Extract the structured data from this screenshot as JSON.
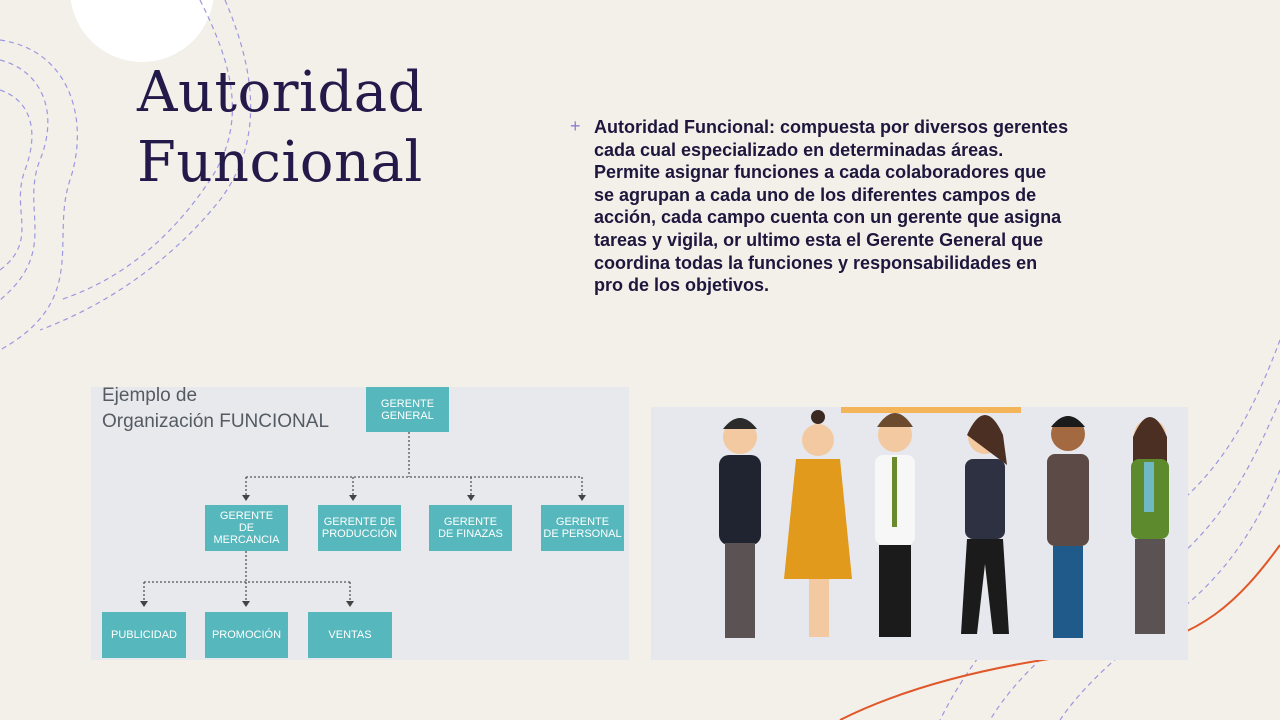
{
  "slide": {
    "title_line1": "Autoridad",
    "title_line2": "Funcional",
    "bullet_icon": "plus-icon",
    "bullet_text": "Autoridad Funcional:  compuesta por diversos gerentes cada cual especializado en determinadas áreas. Permite asignar funciones a cada colaboradores que se agrupan a cada uno de los diferentes campos de acción, cada campo cuenta con un gerente que asigna tareas y vigila, or ultimo esta el Gerente General que coordina todas la funciones y responsabilidades en pro de los objetivos."
  },
  "org_chart": {
    "caption_line1": "Ejemplo de",
    "caption_line2": "Organización FUNCIONAL",
    "top": "GERENTE\nGENERAL",
    "level2": [
      "GERENTE\nDE MERCANCIA",
      "GERENTE DE\nPRODUCCIÓN",
      "GERENTE\nDE FINAZAS",
      "GERENTE\nDE PERSONAL"
    ],
    "level3": [
      "PUBLICIDAD",
      "PROMOCIÓN",
      "VENTAS"
    ]
  },
  "colors": {
    "background": "#f3f0ea",
    "title": "#241a4a",
    "box": "#56b7bc",
    "accent_line": "#e0572a",
    "deco_dash": "#9c97e0"
  }
}
